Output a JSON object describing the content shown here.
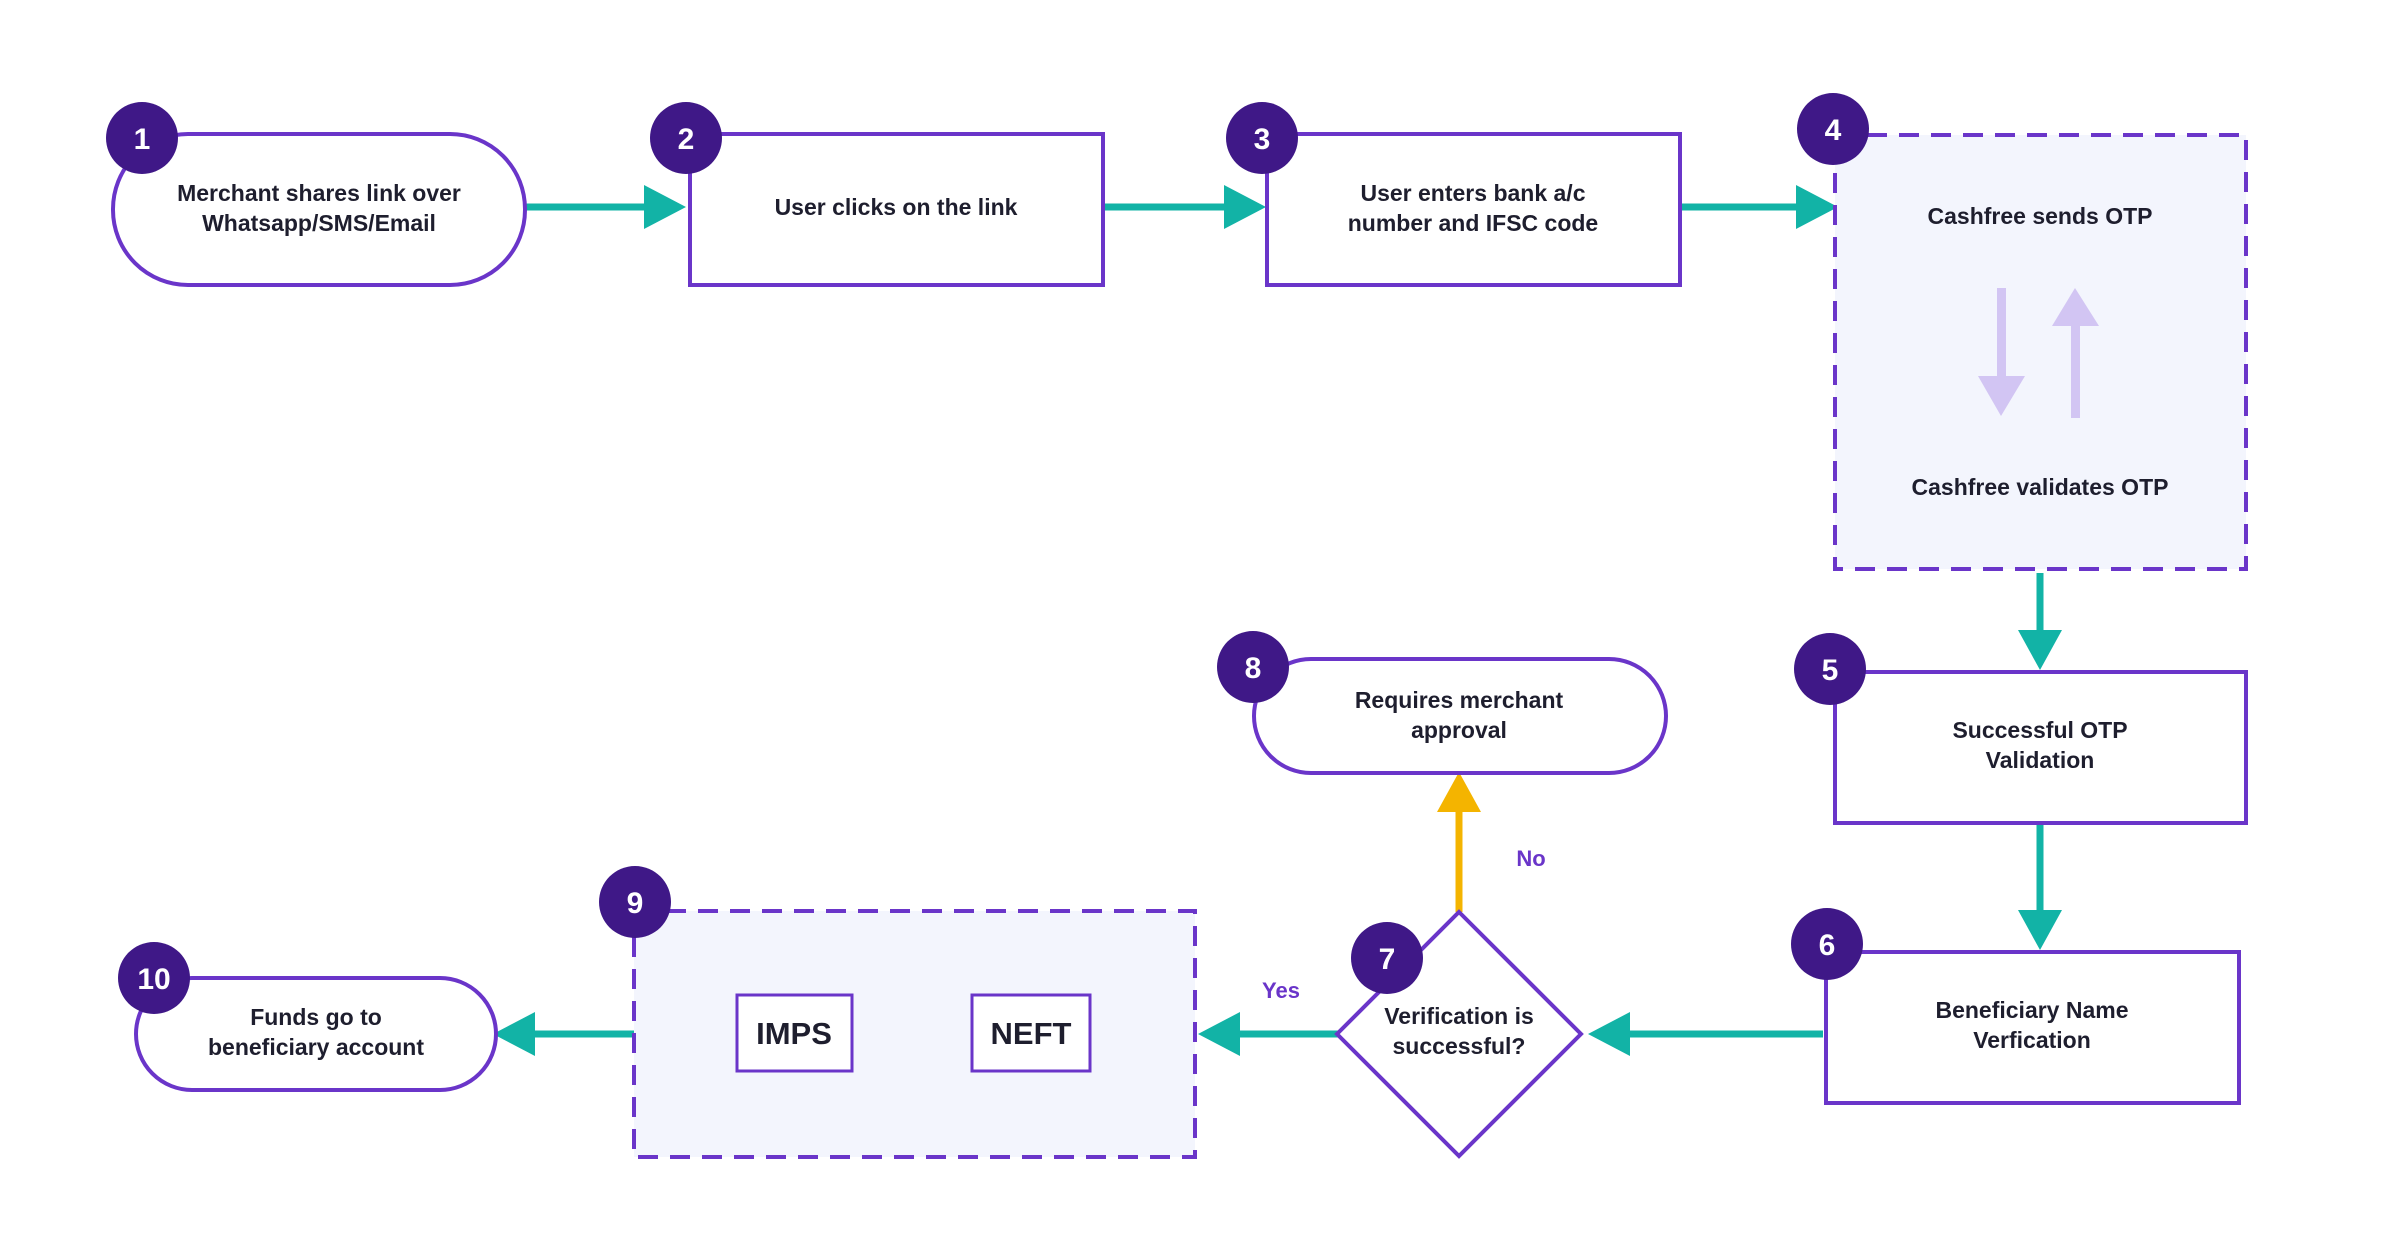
{
  "colors": {
    "border": "#6a35c9",
    "badge": "#3f1887",
    "arrow": "#12b3a6",
    "no_arrow": "#f4b400",
    "panel_fill": "#f3f5fd",
    "otp_arrow": "#d2c5f3"
  },
  "nodes": {
    "n1": {
      "badge": "1",
      "line1": "Merchant shares link over",
      "line2": "Whatsapp/SMS/Email"
    },
    "n2": {
      "badge": "2",
      "line1": "User clicks on the link"
    },
    "n3": {
      "badge": "3",
      "line1": "User enters bank a/c",
      "line2": "number and IFSC code"
    },
    "n4": {
      "badge": "4",
      "top": "Cashfree sends OTP",
      "bottom": "Cashfree validates OTP"
    },
    "n5": {
      "badge": "5",
      "line1": "Successful OTP",
      "line2": "Validation"
    },
    "n6": {
      "badge": "6",
      "line1": "Beneficiary Name",
      "line2": "Verfication"
    },
    "n7": {
      "badge": "7",
      "line1": "Verification is",
      "line2": "successful?"
    },
    "n8": {
      "badge": "8",
      "line1": "Requires merchant",
      "line2": "approval"
    },
    "n9": {
      "badge": "9",
      "methods": [
        "IMPS",
        "NEFT"
      ]
    },
    "n10": {
      "badge": "10",
      "line1": "Funds go to",
      "line2": "beneficiary account"
    }
  },
  "edge_labels": {
    "yes": "Yes",
    "no": "No"
  }
}
